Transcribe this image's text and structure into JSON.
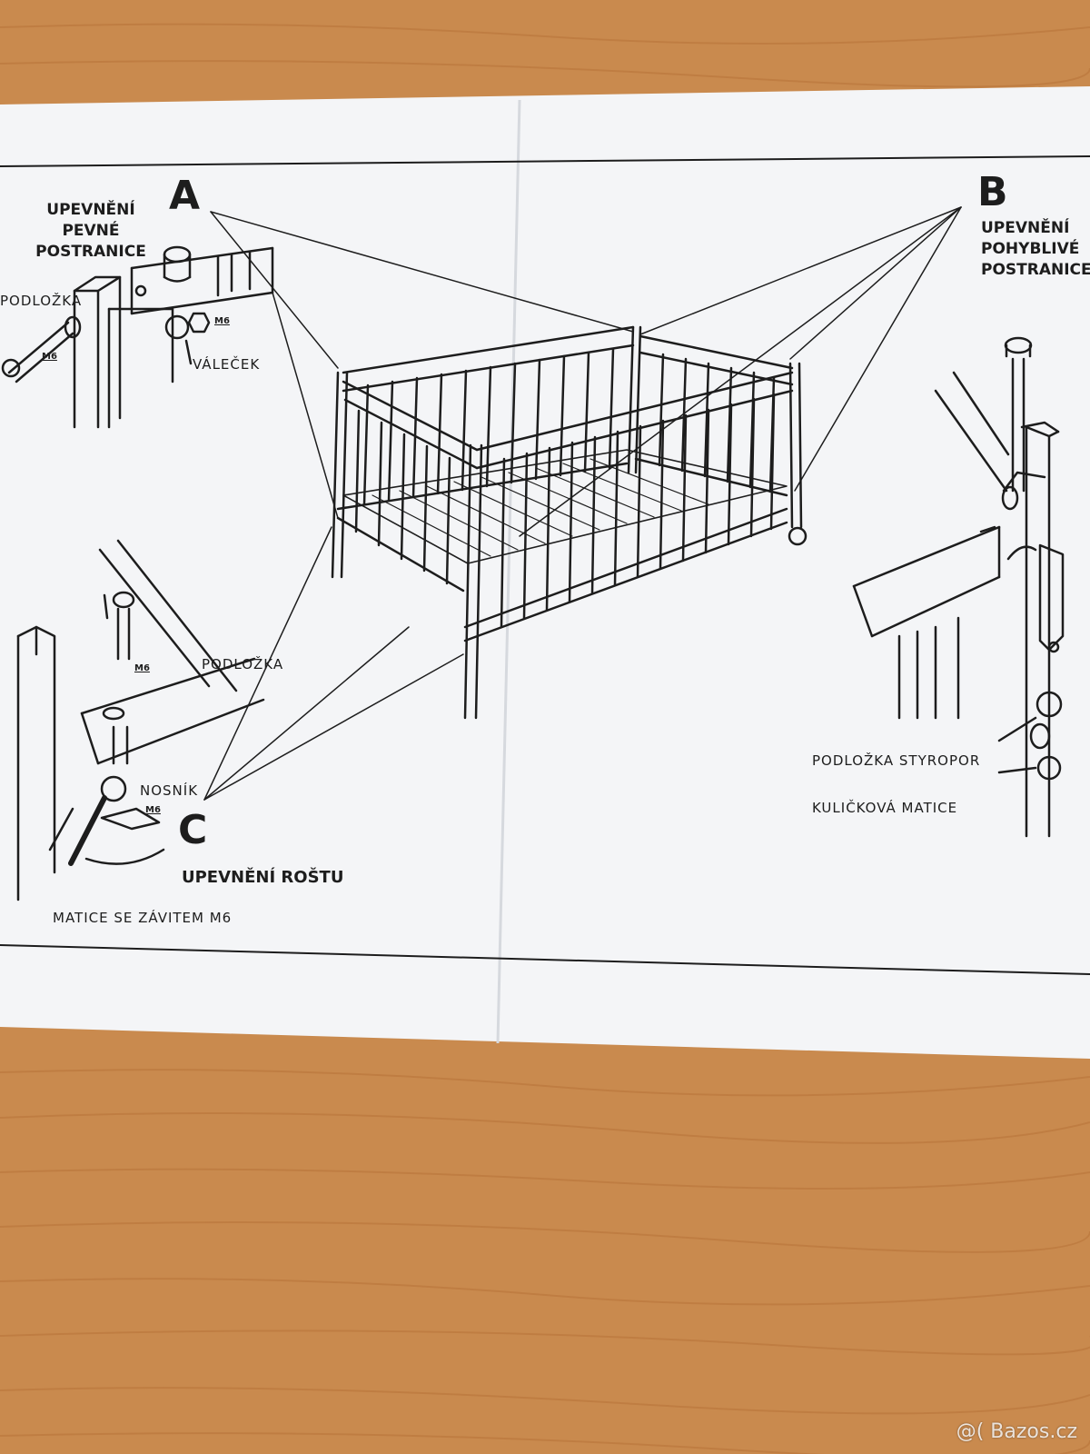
{
  "colors": {
    "wood": "#c98a4e",
    "wood_grain": "#b8743a",
    "paper": "#f4f5f7",
    "ink": "#1d1d1d"
  },
  "sections": {
    "a": {
      "letter": "A",
      "heading_lines": [
        "UPEVNĚNÍ",
        "PEVNÉ",
        "POSTRANICE"
      ],
      "labels": {
        "washer": "PODLOŽKA",
        "bolt": "M6",
        "nut": "M6",
        "roller": "VÁLEČEK"
      }
    },
    "b": {
      "letter": "B",
      "heading_lines": [
        "UPEVNĚNÍ",
        "POHYBLIVÉ",
        "POSTRANICE"
      ],
      "labels": {
        "styrofoam_washer": "PODLOŽKA STYROPOR",
        "ball_nut": "KULIČKOVÁ MATICE"
      }
    },
    "c": {
      "letter": "C",
      "heading": "UPEVNĚNÍ ROŠTU",
      "labels": {
        "washer": "PODLOŽKA",
        "bolt": "M6",
        "beam": "NOSNÍK",
        "nut_tag": "M6",
        "nut": "MATICE SE ZÁVITEM M6"
      }
    }
  },
  "watermark": "@( Bazos.cz"
}
